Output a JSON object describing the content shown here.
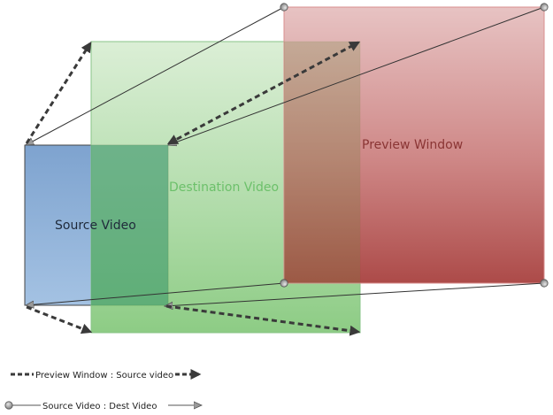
{
  "boxes": {
    "source_video": {
      "label": "Source Video",
      "color": "#4f81bd"
    },
    "destination_video": {
      "label": "Destination Video",
      "color": "#6fbf6f"
    },
    "preview_window": {
      "label": "Preview Window",
      "color": "#c0504d"
    }
  },
  "legend": {
    "dashed_label": "Preview Window : Source video",
    "solid_label": "Source Video : Dest Video"
  }
}
